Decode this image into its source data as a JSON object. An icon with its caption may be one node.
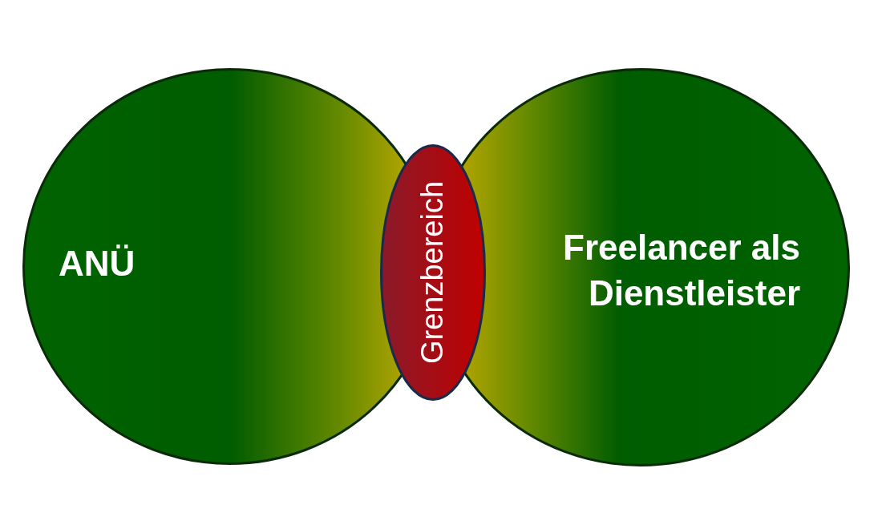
{
  "diagram": {
    "nodes": [
      {
        "text": [
          "ANÜ"
        ]
      },
      {
        "text": [
          "Freelancer als Dienstleister"
        ]
      },
      {
        "text": [
          "Grenzbereich"
        ]
      }
    ]
  }
}
